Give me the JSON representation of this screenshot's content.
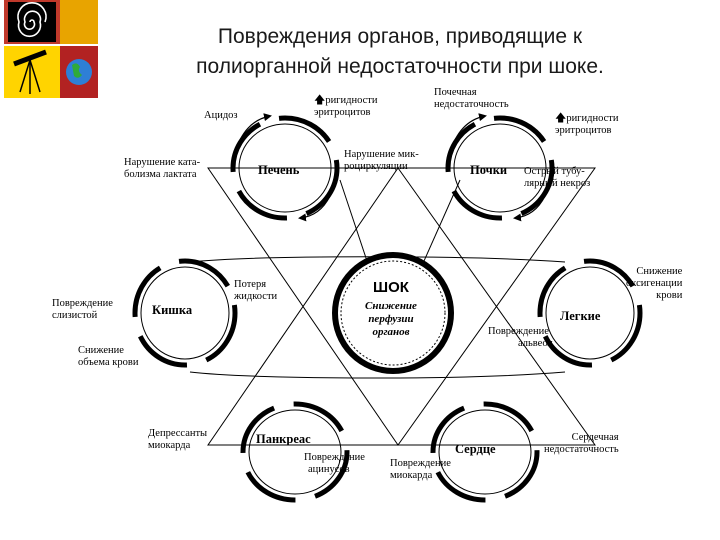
{
  "title": {
    "line1": "Повреждения органов, приводящие к",
    "line2": "полиорганной недостаточности при шоке."
  },
  "center": {
    "title": "ШОК",
    "sub1": "Снижение",
    "sub2": "перфузии",
    "sub3": "органов"
  },
  "organs": {
    "liver": "Печень",
    "kidneys": "Почки",
    "intestine": "Кишка",
    "lungs": "Легкие",
    "pancreas": "Панкреас",
    "heart": "Сердце"
  },
  "labels": {
    "acidosis": "Ацидоз",
    "rigidity_l1": "ригидности",
    "rigidity_l2": "эритроцитов",
    "renal_l1": "Почечная",
    "renal_l2": "недостаточность",
    "rigidity2_l1": "ригидности",
    "rigidity2_l2": "эритроцитов",
    "lactate_l1": "Нарушение ката-",
    "lactate_l2": "болизма лактата",
    "micro_l1": "Нарушение мик-",
    "micro_l2": "роциркуляции",
    "necrosis_l1": "Острый тубу-",
    "necrosis_l2": "лярный некроз",
    "fluid_l1": "Потеря",
    "fluid_l2": "жидкости",
    "mucosa_l1": "Повреждение",
    "mucosa_l2": "слизистой",
    "oxygen_l1": "Снижение",
    "oxygen_l2": "оксигенации",
    "oxygen_l3": "крови",
    "alveoli_l1": "Повреждение",
    "alveoli_l2": "альвеол",
    "volume_l1": "Снижение",
    "volume_l2": "объема крови",
    "depress_l1": "Депрессанты",
    "depress_l2": "миокарда",
    "acini_l1": "Повреждение",
    "acini_l2": "ацинусов",
    "myocard_l1": "Повреждение",
    "myocard_l2": "миокарда",
    "cardiac_l1": "Сердечная",
    "cardiac_l2": "недостаточность"
  },
  "icons": {
    "up_arrow": "🡅"
  }
}
